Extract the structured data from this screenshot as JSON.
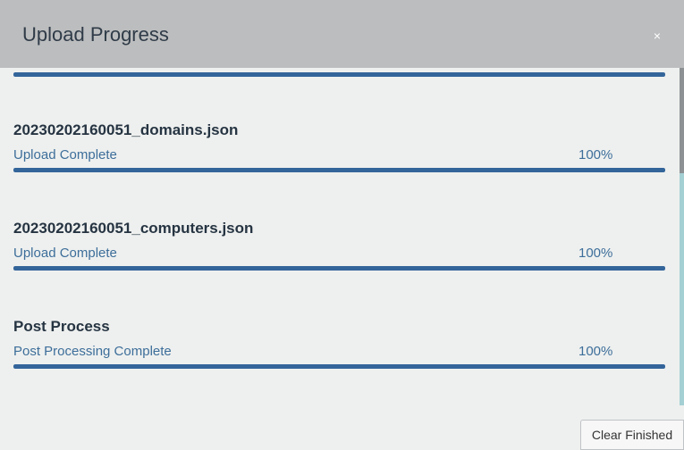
{
  "modal": {
    "title": "Upload Progress",
    "close_label": "×"
  },
  "previous_item": {
    "progress": 1.0
  },
  "items": [
    {
      "name": "20230202160051_domains.json",
      "status": "Upload Complete",
      "percent": "100%",
      "progress": 1.0
    },
    {
      "name": "20230202160051_computers.json",
      "status": "Upload Complete",
      "percent": "100%",
      "progress": 1.0
    },
    {
      "name": "Post Process",
      "status": "Post Processing Complete",
      "percent": "100%",
      "progress": 1.0
    }
  ],
  "footer": {
    "clear_label": "Clear Finished"
  },
  "colors": {
    "header_bg": "#bcbdbe",
    "progress_fill": "#33659a",
    "status_text": "#3d6e9a"
  }
}
